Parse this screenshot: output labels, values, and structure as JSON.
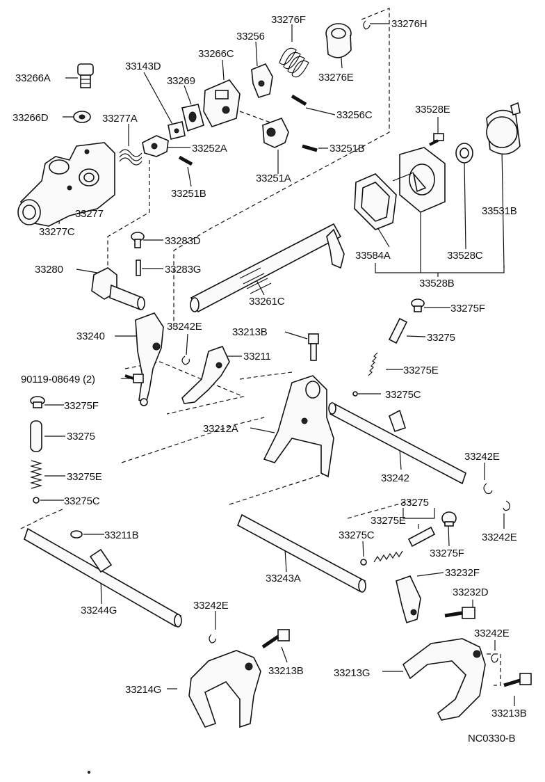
{
  "diagram_code": "NC0330-B",
  "labels": [
    {
      "id": "l01",
      "text": "33266A"
    },
    {
      "id": "l02",
      "text": "33266D"
    },
    {
      "id": "l03",
      "text": "33143D"
    },
    {
      "id": "l04",
      "text": "33269"
    },
    {
      "id": "l05",
      "text": "33266C"
    },
    {
      "id": "l06",
      "text": "33256"
    },
    {
      "id": "l07",
      "text": "33276F"
    },
    {
      "id": "l08",
      "text": "33276H"
    },
    {
      "id": "l09",
      "text": "33276E"
    },
    {
      "id": "l10",
      "text": "33277A"
    },
    {
      "id": "l11",
      "text": "33252A"
    },
    {
      "id": "l12",
      "text": "33256C"
    },
    {
      "id": "l13",
      "text": "33528E"
    },
    {
      "id": "l14",
      "text": "33251B"
    },
    {
      "id": "l15",
      "text": "33251A"
    },
    {
      "id": "l16",
      "text": "33251B"
    },
    {
      "id": "l17",
      "text": "33277"
    },
    {
      "id": "l18",
      "text": "33277C"
    },
    {
      "id": "l19",
      "text": "33531B"
    },
    {
      "id": "l20",
      "text": "33283D"
    },
    {
      "id": "l21",
      "text": "33584A"
    },
    {
      "id": "l22",
      "text": "33528C"
    },
    {
      "id": "l23",
      "text": "33280"
    },
    {
      "id": "l24",
      "text": "33283G"
    },
    {
      "id": "l25",
      "text": "33528B"
    },
    {
      "id": "l26",
      "text": "33261C"
    },
    {
      "id": "l27",
      "text": "33275F"
    },
    {
      "id": "l28",
      "text": "33242E"
    },
    {
      "id": "l29",
      "text": "33213B"
    },
    {
      "id": "l30",
      "text": "33240"
    },
    {
      "id": "l31",
      "text": "33275"
    },
    {
      "id": "l32",
      "text": "33211"
    },
    {
      "id": "l33",
      "text": "33275E"
    },
    {
      "id": "l34",
      "text": "90119-08649 (2)"
    },
    {
      "id": "l35",
      "text": "33275C"
    },
    {
      "id": "l36",
      "text": "33275F"
    },
    {
      "id": "l37",
      "text": "33212A"
    },
    {
      "id": "l38",
      "text": "33275"
    },
    {
      "id": "l39",
      "text": "33242E"
    },
    {
      "id": "l40",
      "text": "33275E"
    },
    {
      "id": "l41",
      "text": "33242"
    },
    {
      "id": "l42",
      "text": "33275C"
    },
    {
      "id": "l43",
      "text": "33275"
    },
    {
      "id": "l44",
      "text": "33275E"
    },
    {
      "id": "l45",
      "text": "33211B"
    },
    {
      "id": "l46",
      "text": "33275C"
    },
    {
      "id": "l47",
      "text": "33242E"
    },
    {
      "id": "l48",
      "text": "33275F"
    },
    {
      "id": "l49",
      "text": "33243A"
    },
    {
      "id": "l50",
      "text": "33232F"
    },
    {
      "id": "l51",
      "text": "33244G"
    },
    {
      "id": "l52",
      "text": "33232D"
    },
    {
      "id": "l53",
      "text": "33242E"
    },
    {
      "id": "l54",
      "text": "33242E"
    },
    {
      "id": "l55",
      "text": "33213B"
    },
    {
      "id": "l56",
      "text": "33213G"
    },
    {
      "id": "l57",
      "text": "33214G"
    },
    {
      "id": "l58",
      "text": "33213B"
    }
  ]
}
